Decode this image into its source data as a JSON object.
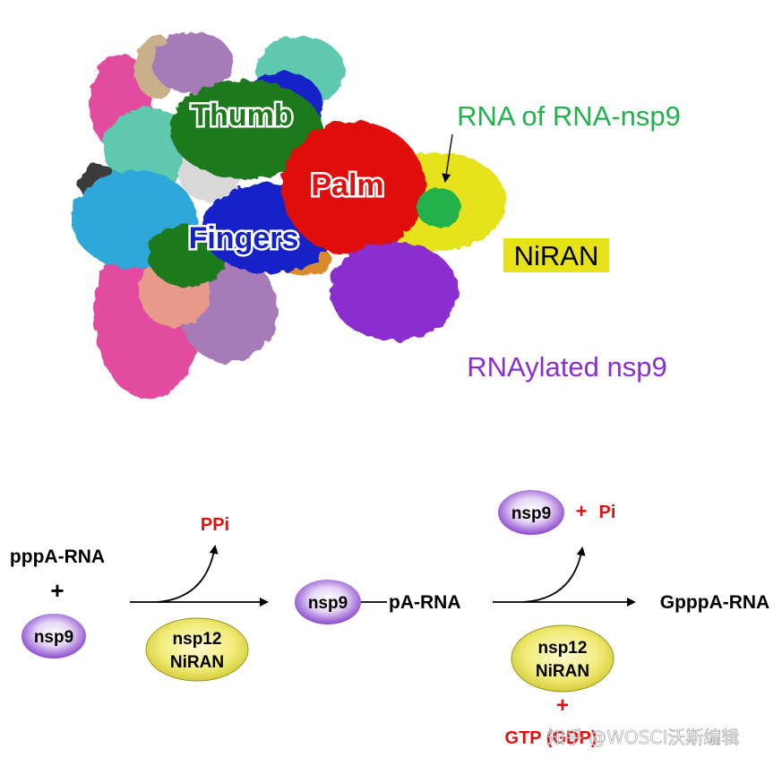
{
  "structure": {
    "labels": {
      "thumb": "Thumb",
      "palm": "Palm",
      "fingers": "Fingers",
      "rna_of_rna_nsp9": "RNA of RNA-nsp9",
      "niran": "NiRAN",
      "rnaylated_nsp9": "RNAylated nsp9"
    },
    "colors": {
      "thumb": "#1f7a1f",
      "palm": "#e01010",
      "fingers": "#1520c8",
      "niran": "#e6e21a",
      "rna": "#22b14c",
      "nsp9": "#8a2fd0",
      "cyan": "#2fa8d8",
      "teal": "#5fc9b0",
      "pink": "#e24ca0",
      "mauve": "#a77ab8",
      "tan": "#c9b08a",
      "orange": "#d98a2a",
      "grey": "#d8d8d8",
      "dark": "#3a3a3a"
    }
  },
  "scheme": {
    "substrate": "pppA-RNA",
    "plus_1": "+",
    "nsp9_1": "nsp9",
    "byproduct_1": "PPi",
    "enzyme_1_line1": "nsp12",
    "enzyme_1_line2": "NiRAN",
    "nsp9_2": "nsp9",
    "intermediate": "pA-RNA",
    "nsp9_3": "nsp9",
    "plus_pi": "+",
    "byproduct_2": "Pi",
    "enzyme_2_line1": "nsp12",
    "enzyme_2_line2": "NiRAN",
    "product": "GpppA-RNA",
    "plus_2": "+",
    "cofactor": "GTP (GDP)",
    "watermark": "知乎 @WOSCI沃斯编辑"
  }
}
